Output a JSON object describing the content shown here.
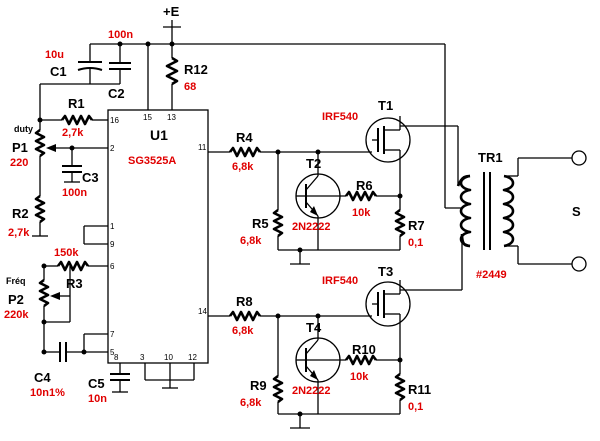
{
  "supply": {
    "label": "+E"
  },
  "ic": {
    "ref": "U1",
    "part": "SG3525A"
  },
  "pins": [
    "16",
    "2",
    "1",
    "9",
    "6",
    "7",
    "5",
    "8",
    "3",
    "10",
    "12",
    "15",
    "13",
    "11",
    "14"
  ],
  "components": {
    "C1": {
      "ref": "C1",
      "value": "10u"
    },
    "C2": {
      "ref": "C2",
      "value": "100n"
    },
    "R12": {
      "ref": "R12",
      "value": "68"
    },
    "R1": {
      "ref": "R1",
      "value": "2,7k"
    },
    "P1": {
      "ref": "P1",
      "value": "220",
      "note": "duty"
    },
    "C3": {
      "ref": "C3",
      "value": "100n"
    },
    "R2": {
      "ref": "R2",
      "value": "2,7k"
    },
    "R3": {
      "ref": "R3",
      "value": "150k"
    },
    "P2": {
      "ref": "P2",
      "value": "220k",
      "note": "Fréq"
    },
    "C4": {
      "ref": "C4",
      "value": "10n1%"
    },
    "C5": {
      "ref": "C5",
      "value": "10n"
    },
    "R4": {
      "ref": "R4",
      "value": "6,8k"
    },
    "R5": {
      "ref": "R5",
      "value": "6,8k"
    },
    "R6": {
      "ref": "R6",
      "value": "10k"
    },
    "R7": {
      "ref": "R7",
      "value": "0,1"
    },
    "T1": {
      "ref": "T1",
      "part": "IRF540"
    },
    "T2": {
      "ref": "T2",
      "part": "2N2222"
    },
    "R8": {
      "ref": "R8",
      "value": "6,8k"
    },
    "R9": {
      "ref": "R9",
      "value": "6,8k"
    },
    "R10": {
      "ref": "R10",
      "value": "10k"
    },
    "R11": {
      "ref": "R11",
      "value": "0,1"
    },
    "T3": {
      "ref": "T3",
      "part": "IRF540"
    },
    "T4": {
      "ref": "T4",
      "part": "2N2222"
    },
    "TR1": {
      "ref": "TR1",
      "value": "#2449"
    }
  },
  "output": {
    "label": "S"
  }
}
